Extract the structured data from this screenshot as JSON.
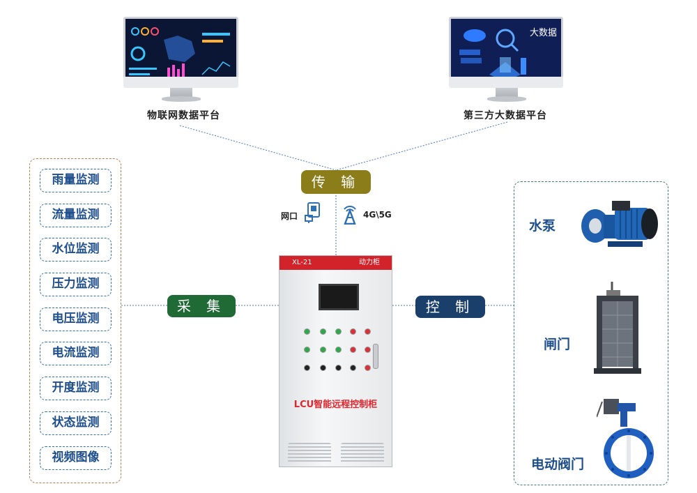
{
  "platforms": {
    "iot_label": "物联网数据平台",
    "bigdata_label": "第三方大数据平台",
    "bigdata_screen_text": "大数据"
  },
  "transmission": {
    "label": "传 输",
    "network_label": "网口",
    "cellular_label": "4G\\5G"
  },
  "collect": {
    "label": "采 集"
  },
  "control": {
    "label": "控 制"
  },
  "monitoring_items": [
    "雨量监测",
    "流量监测",
    "水位监测",
    "压力监测",
    "电压监测",
    "电流监测",
    "开度监测",
    "状态监测",
    "视频图像"
  ],
  "devices": {
    "pump": "水泵",
    "gate": "闸门",
    "valve": "电动阀门"
  },
  "cabinet": {
    "model": "XL-21",
    "type": "动力柜",
    "name": "LCU智能远程控制柜"
  },
  "colors": {
    "transmission": "#8a7d1a",
    "collect": "#1f6a35",
    "control": "#1b3f6b",
    "list_border": "#c07a4a",
    "device_border": "#3a7d73",
    "item_text": "#1e4f8c",
    "cabinet_red": "#d2232a"
  }
}
